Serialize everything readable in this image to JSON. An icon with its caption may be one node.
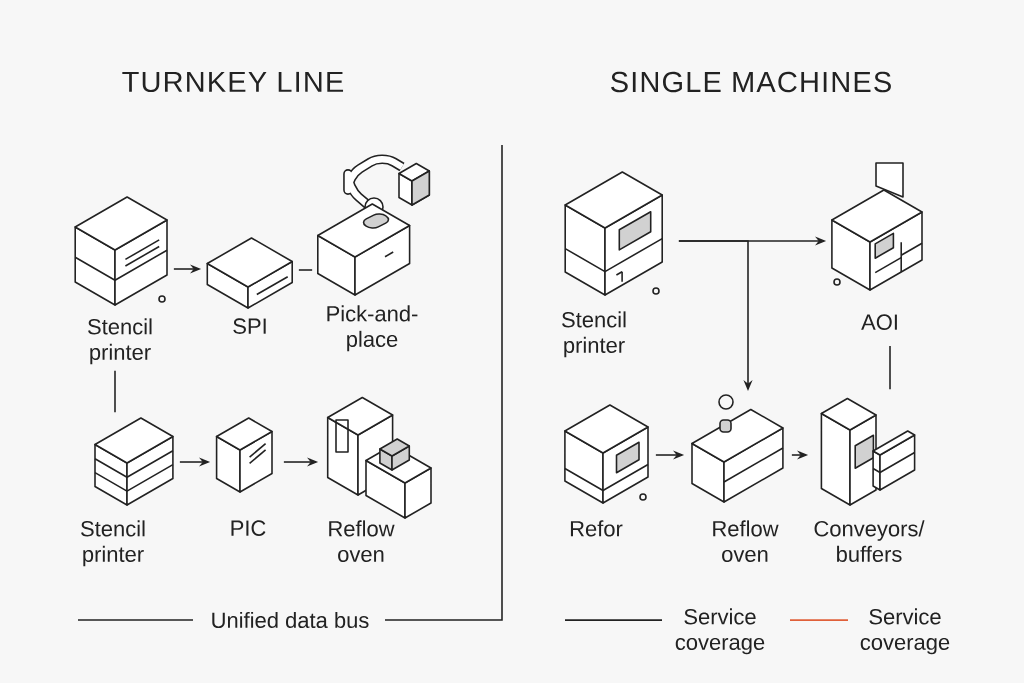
{
  "diagram": {
    "nodes": [
      {
        "text": [
          "Stencil printer"
        ]
      },
      {
        "text": [
          "SPI"
        ]
      },
      {
        "text": [
          "Pick-and-place"
        ]
      },
      {
        "text": [
          "Stencil printer"
        ]
      },
      {
        "text": [
          "PIC"
        ]
      },
      {
        "text": [
          "Reflow oven"
        ]
      },
      {
        "text": [
          "Stencil printer"
        ]
      },
      {
        "text": [
          "AOI"
        ]
      },
      {
        "text": [
          "Refor"
        ]
      },
      {
        "text": [
          "Reflow oven"
        ]
      },
      {
        "text": [
          "Conveyors/ buffers"
        ]
      }
    ],
    "edges": [
      {
        "from": 0,
        "to": 1,
        "arrow": "to"
      },
      {
        "from": 1,
        "to": 2,
        "arrow": "none"
      },
      {
        "from": 0,
        "to": 3,
        "arrow": "none"
      },
      {
        "from": 3,
        "to": 4,
        "arrow": "to"
      },
      {
        "from": 4,
        "to": 5,
        "arrow": "to"
      },
      {
        "from": 6,
        "to": 7,
        "arrow": "to"
      },
      {
        "from": 6,
        "to": 9,
        "arrow": "to"
      },
      {
        "from": 8,
        "to": 9,
        "arrow": "to"
      },
      {
        "from": 9,
        "to": 10,
        "arrow": "to"
      },
      {
        "from": 7,
        "to": 10,
        "arrow": "none"
      }
    ],
    "labels": [
      "TURNKEY LINE",
      "SINGLE MACHINES",
      "Unified data bus"
    ],
    "legend": [
      {
        "text": "Service coverage"
      },
      {
        "text": "Service coverage"
      }
    ]
  }
}
